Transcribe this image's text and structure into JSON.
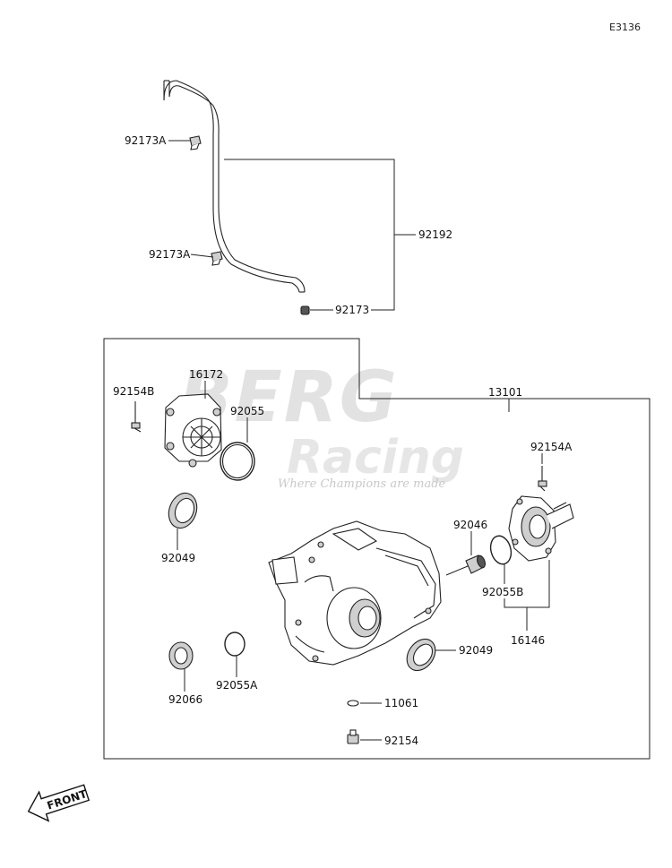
{
  "diagram_code": "E3136",
  "watermark": {
    "line1": "BERG",
    "line2": "Racing",
    "tagline": "Where Champions are made"
  },
  "front_label": "FRONT",
  "labels": {
    "p92173A_top": "92173A",
    "p92173A_mid": "92173A",
    "p92192": "92192",
    "p92173": "92173",
    "p16172": "16172",
    "p92154B": "92154B",
    "p92055": "92055",
    "p13101": "13101",
    "p92154A": "92154A",
    "p92049_left": "92049",
    "p92046": "92046",
    "p92055B": "92055B",
    "p16146": "16146",
    "p92049_right": "92049",
    "p92066": "92066",
    "p92055A": "92055A",
    "p11061": "11061",
    "p92154": "92154"
  }
}
